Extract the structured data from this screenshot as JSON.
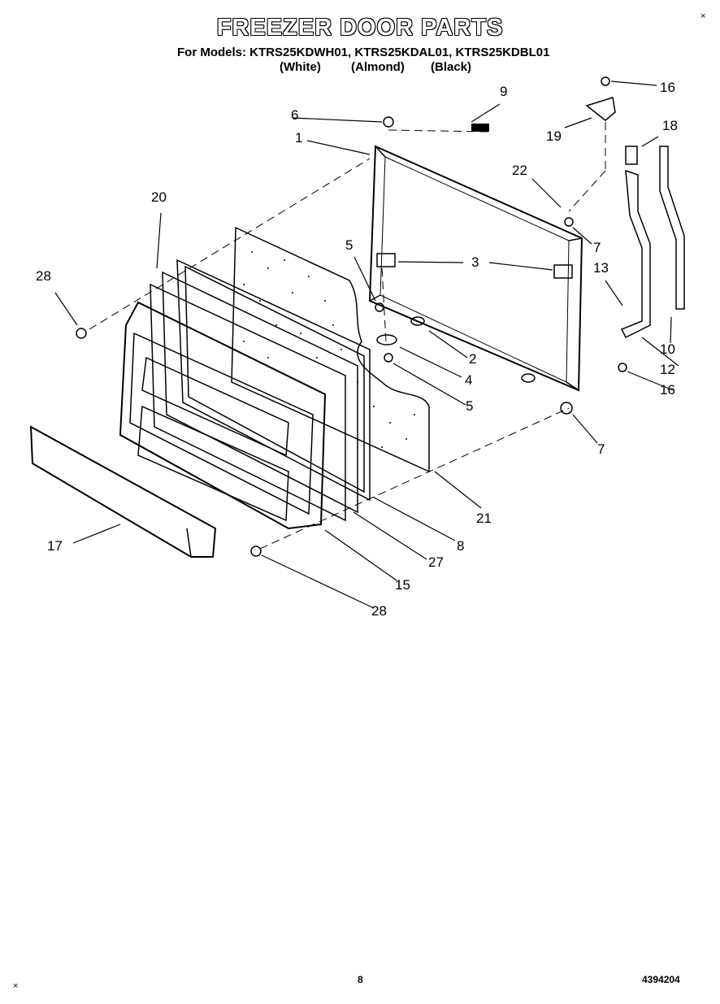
{
  "header": {
    "title": "FREEZER DOOR PARTS",
    "models_line": "For Models: KTRS25KDWH01, KTRS25KDAL01, KTRS25KDBL01",
    "variants": [
      "(White)",
      "(Almond)",
      "(Black)"
    ]
  },
  "callouts": [
    "9",
    "6",
    "1",
    "16",
    "19",
    "18",
    "22",
    "7",
    "20",
    "5",
    "3",
    "28",
    "13",
    "2",
    "4",
    "10",
    "12",
    "5",
    "16",
    "7",
    "21",
    "8",
    "17",
    "27",
    "15",
    "28"
  ],
  "footer": {
    "page_number": "8",
    "part_code": "4394204"
  },
  "marks": {
    "corner_top": "×",
    "corner_bottom": "×"
  }
}
